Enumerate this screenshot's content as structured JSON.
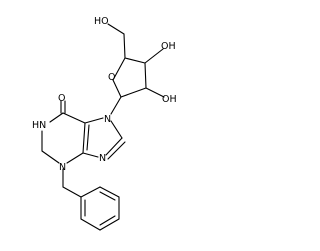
{
  "structure": {
    "colors": {
      "background": "#ffffff",
      "bond": "#000000",
      "label": "#000000"
    },
    "atom_labels": {
      "hydroxymethyl_oh": "HO",
      "ribose_3_oh": "OH",
      "ribose_2_oh": "OH",
      "ribose_ring_o": "O",
      "carbonyl_o": "O",
      "n7": "N",
      "n1_h": "HN",
      "n9": "N",
      "n3": "N"
    }
  }
}
